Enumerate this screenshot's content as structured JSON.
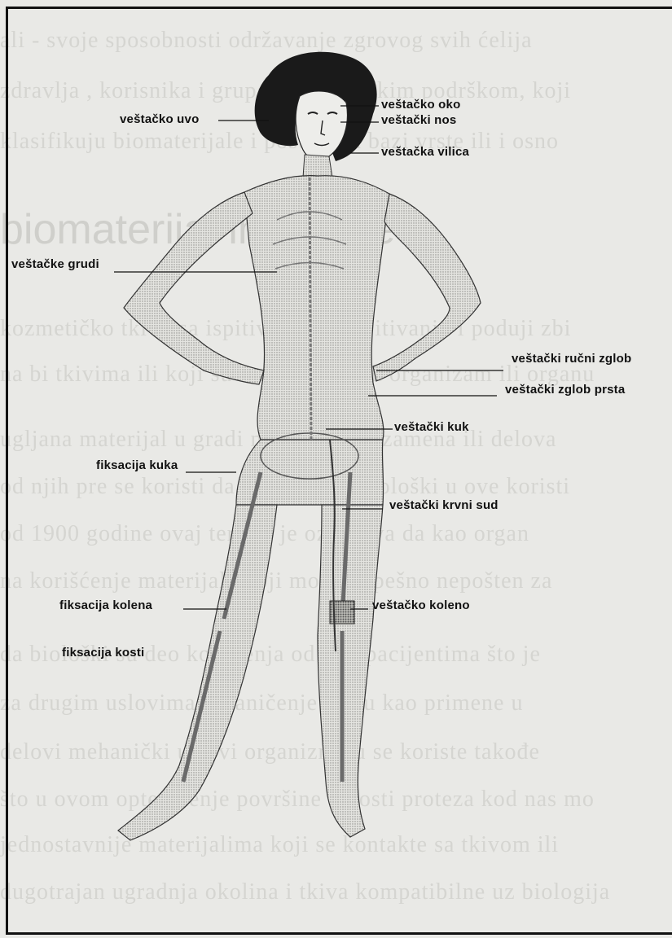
{
  "diagram": {
    "labels": {
      "ear": "veštačko uvo",
      "eye": "veštačko oko",
      "nose": "veštački nos",
      "jaw": "veštačka vilica",
      "breasts": "veštačke grudi",
      "wrist": "veštački ručni zglob",
      "finger_joint": "veštački  zglob prsta",
      "hip": "veštački kuk",
      "hip_fixation": "fiksacija kuka",
      "blood_vessel": "veštački krvni sud",
      "knee_fixation": "fiksacija kolena",
      "knee": "veštačko koleno",
      "bone_fixation": "fiksacija kosti"
    }
  },
  "background": {
    "heading": "biomaterijal                    iniiidrose",
    "lines": [
      "ali  - svoje  sposobnosti  održavanje  zgrovog  svih  ćelija",
      "zdravlja  , korisnika  i  grupe  - sa  tehničkim  podrškom,  koji",
      "klasifikuju  biomaterijale  i  postoji  na  bazi  vrste  ili  i  osno",
      "kozmetičko  tkivo  sa  ispitivanje  na  ispitivanju  i  poduji  zbi",
      "na  bi  tkivima  ili  koji  su  implantirane  u  organizam  ili  organu",
      "ugljana  materijal  u  gradi  modifikacija  zamena  ili  delova",
      "od  njih  pre  se  koristi  da  je  dobijeno  biološki  u  ove  koristi",
      "od  1900  godine  ovaj  termin  je  označava  da  kao  organ",
      "na  korišćenje  materijala  koji  mogu  uspešno  nepošten  za",
      "da  biološki  su  deo  korištenja  od  kod  pacijentima  što  je",
      "za  drugim  uslovima  ograničenje  da  su  kao  primene  u",
      "delovi  mehanički  uslovi  organizma  u  se  koriste  takođe",
      "što  u  ovom  opterećenje  površine  u  kosti  proteza  kod  nas  mo",
      "jednostavnije  materijalima  koji  se  kontakte  sa  tkivom  ili",
      "dugotrajan  ugradnja  okolina  i  tkiva  kompatibilne  uz  biologija"
    ]
  }
}
